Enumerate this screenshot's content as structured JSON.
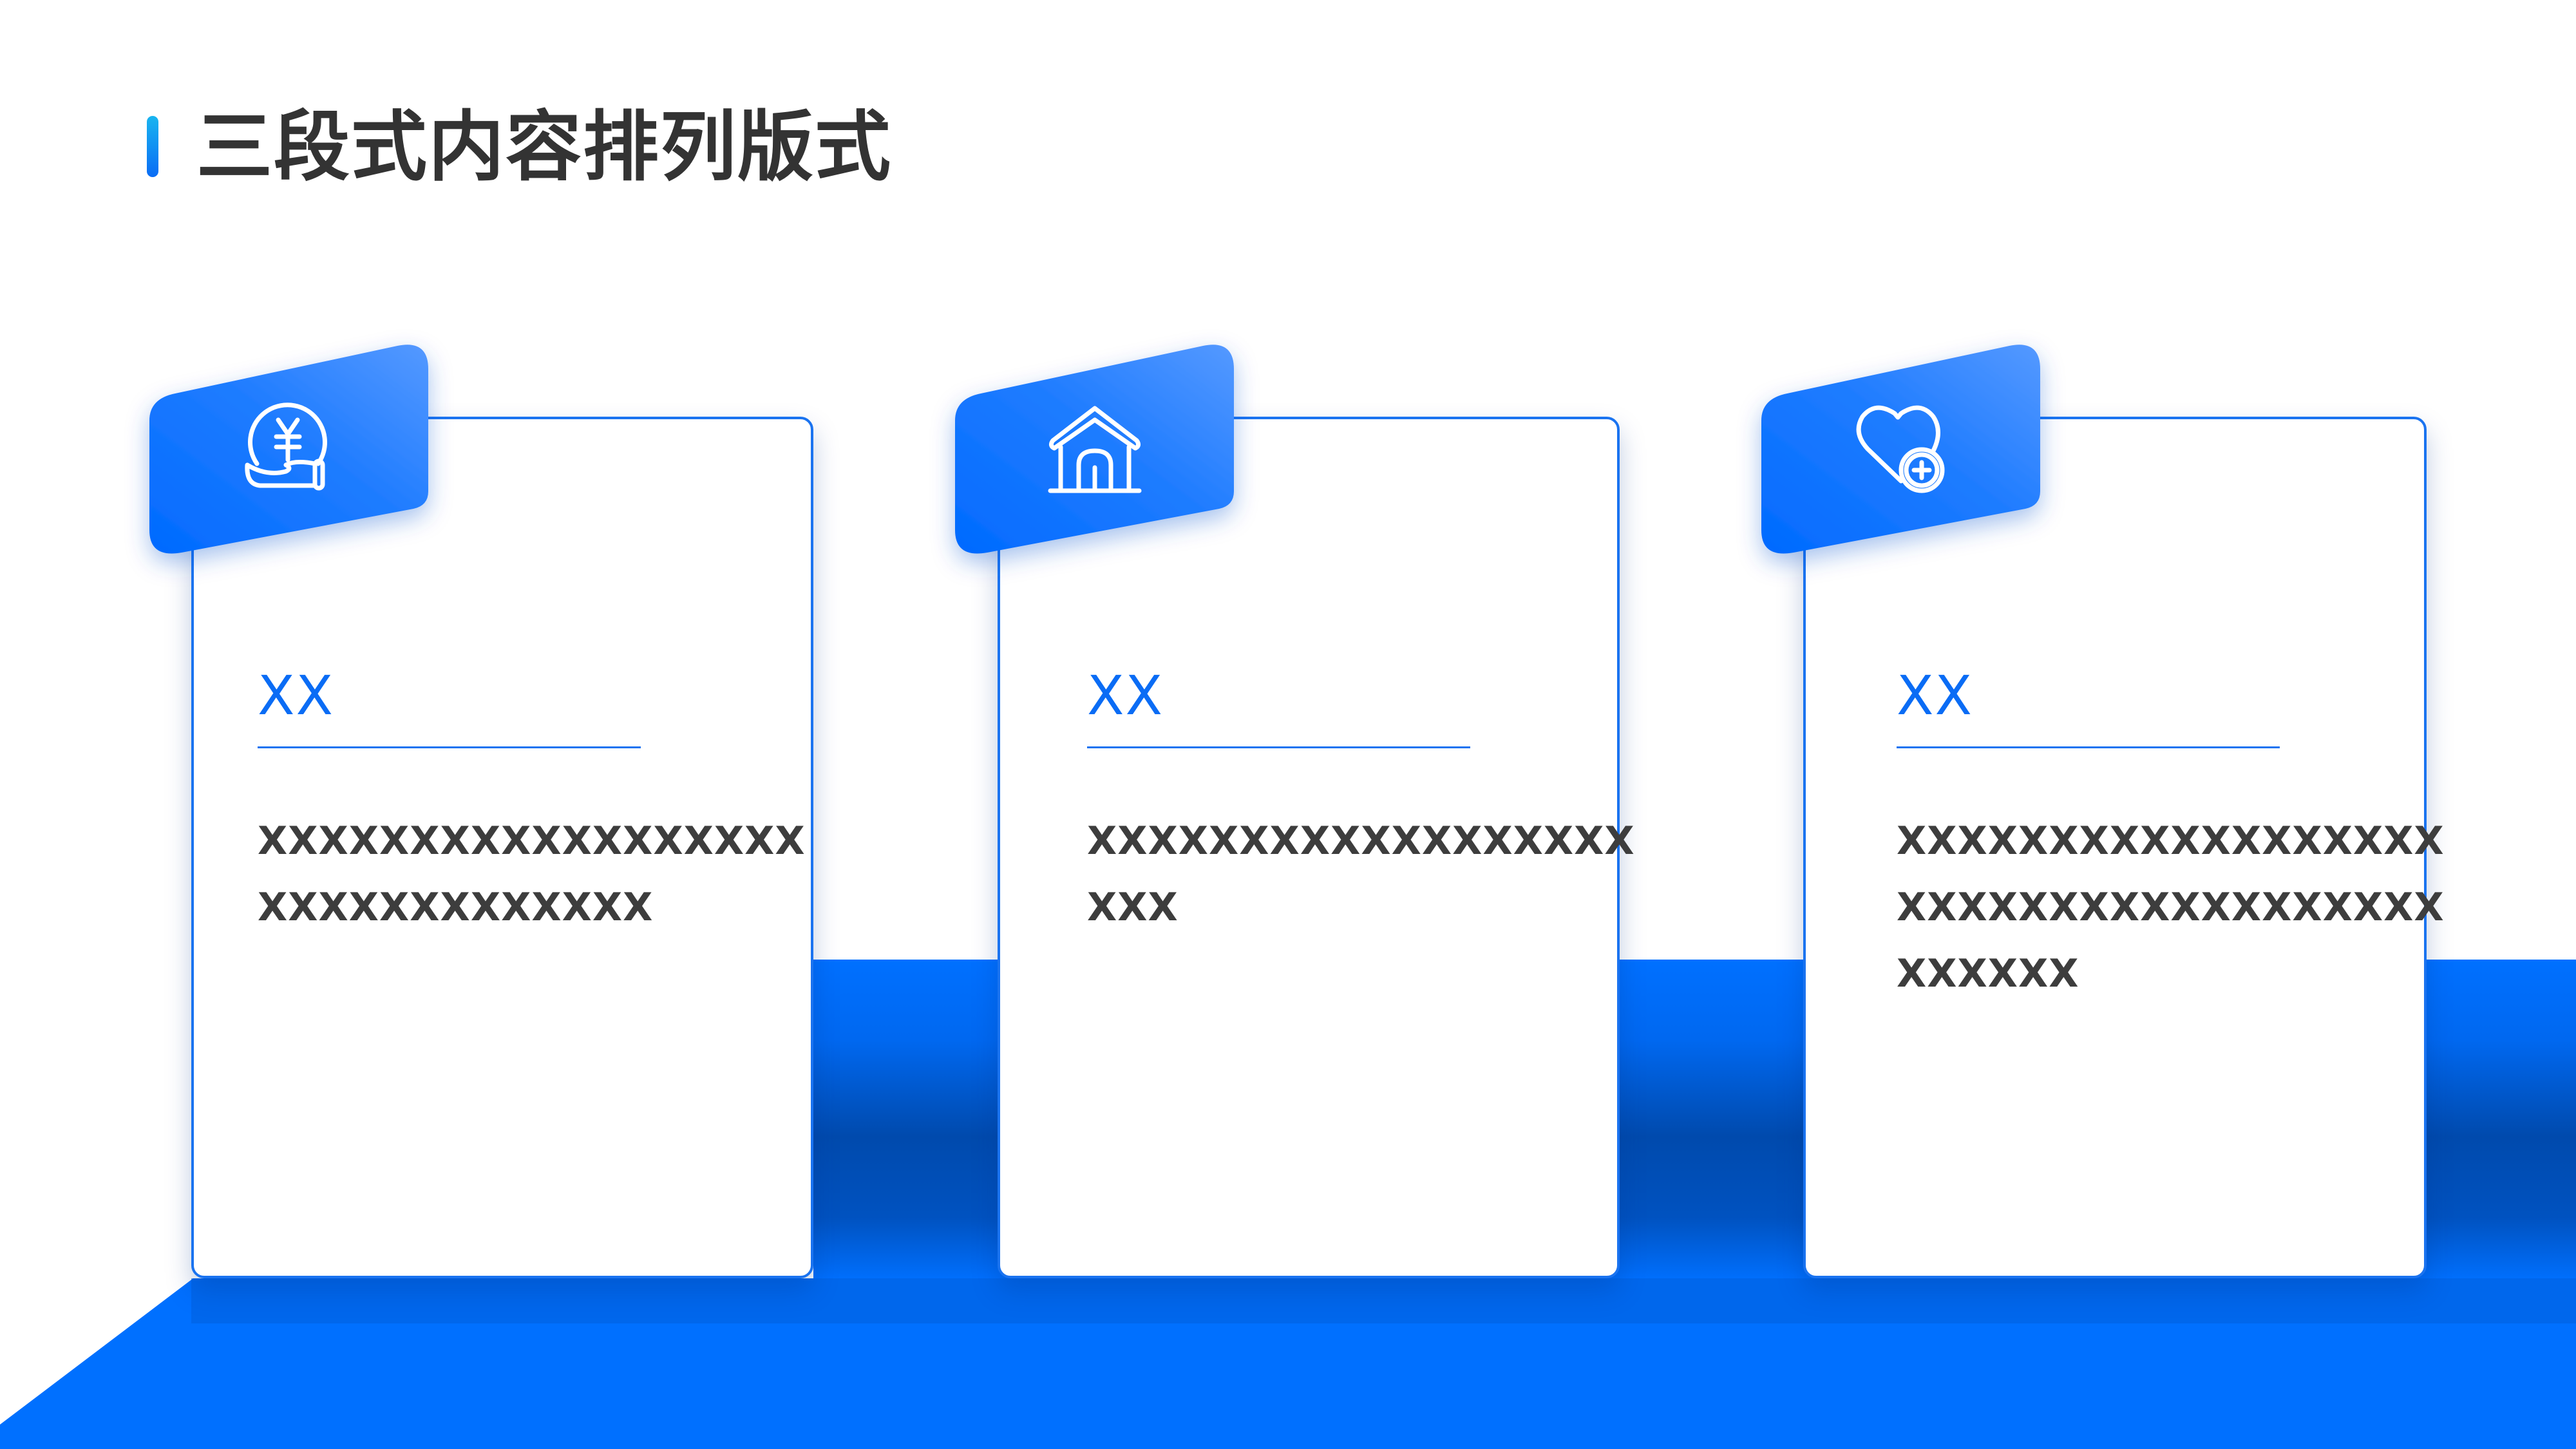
{
  "page": {
    "title": "三段式内容排列版式",
    "colors": {
      "accent": "#0a6cf5",
      "accent_light": "#4d94ff",
      "accent_dark": "#004aad",
      "title_text": "#333333",
      "body_text": "#3d3d3d",
      "background": "#ffffff"
    }
  },
  "cards": [
    {
      "icon": "yen-coin-in-hand-icon",
      "heading": "XX",
      "body_lines": [
        "XXXXXXXXXXXXXXXXXX",
        "XXXXXXXXXXXXX"
      ]
    },
    {
      "icon": "house-icon",
      "heading": "XX",
      "body_lines": [
        "XXXXXXXXXXXXXXXXXX",
        "XXX"
      ]
    },
    {
      "icon": "heart-plus-icon",
      "heading": "XX",
      "body_lines": [
        "XXXXXXXXXXXXXXXXXX",
        "XXXXXXXXXXXXXXXXXX",
        "XXXXXX"
      ]
    }
  ]
}
